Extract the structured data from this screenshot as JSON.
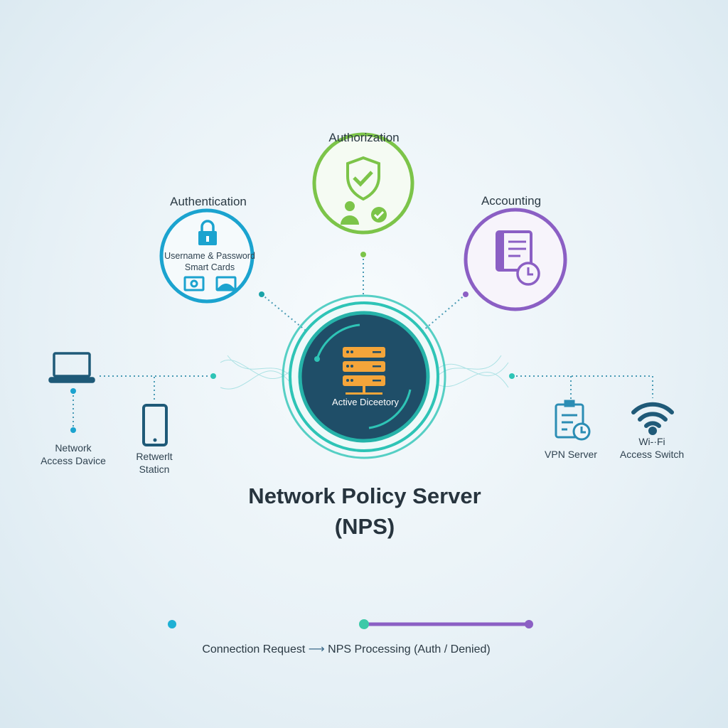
{
  "title": {
    "line1": "Network Policy Server",
    "line2": "(NPS)"
  },
  "nodes": {
    "authentication": {
      "label": "Authentication",
      "line1": "Username & Password",
      "line2": "Smart Cards",
      "color": "#1ba3cf"
    },
    "authorization": {
      "label": "Authorization",
      "color": "#7cc449"
    },
    "accounting": {
      "label": "Accounting",
      "color": "#8b5fc4"
    },
    "center": {
      "label": "Active Diceetory",
      "ring_color": "#2ec4b6",
      "fill_color": "#1f4e68",
      "server_color": "#f4a53a"
    }
  },
  "clients": {
    "laptop": {
      "line1": "Network",
      "line2": "Access Davice"
    },
    "phone": {
      "line1": "Retwerlt",
      "line2": "Staticn"
    },
    "vpn": {
      "line1": "VPN Server"
    },
    "wifi": {
      "line1": "Wi-·Fi",
      "line2": "Access Switch"
    }
  },
  "flow": {
    "text_left": "Connection Request",
    "arrow": "⟶",
    "text_right": "NPS Processing (Auth / Denied)"
  }
}
